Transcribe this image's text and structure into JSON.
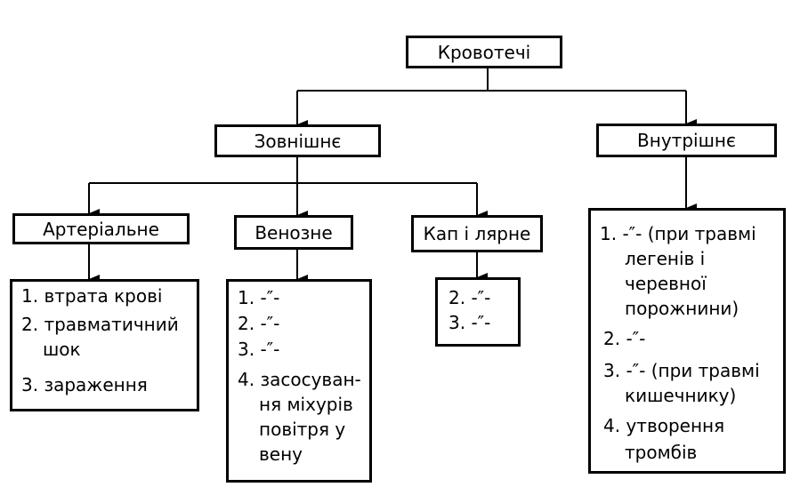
{
  "root": {
    "label": "Кровотечі"
  },
  "external": {
    "label": "Зовнішнє"
  },
  "internal": {
    "label": "Внутрішнє",
    "items": [
      {
        "num": "1.",
        "lines": [
          "-″- (при травмі",
          "легенів і",
          "черевної",
          "порожнини)"
        ]
      },
      {
        "num": "2.",
        "lines": [
          "-″-"
        ]
      },
      {
        "num": "3.",
        "lines": [
          "-″- (при травмі",
          "кишечнику)"
        ]
      },
      {
        "num": "4.",
        "lines": [
          "утворення",
          "тромбів"
        ]
      }
    ]
  },
  "arterial": {
    "label": "Артеріальне",
    "items": [
      {
        "num": "1.",
        "lines": [
          "втрата крові"
        ]
      },
      {
        "num": "2.",
        "lines": [
          "травматичний",
          "шок"
        ]
      },
      {
        "num": "3.",
        "lines": [
          "зараження"
        ]
      }
    ]
  },
  "venous": {
    "label": "Венозне",
    "items": [
      {
        "num": "1.",
        "lines": [
          "-″-"
        ]
      },
      {
        "num": "2.",
        "lines": [
          "-″-"
        ]
      },
      {
        "num": "3.",
        "lines": [
          "-″-"
        ]
      },
      {
        "num": "4.",
        "lines": [
          "засосуван-",
          "ня міхурів",
          "повітря у",
          "вену"
        ]
      }
    ]
  },
  "capillary": {
    "label": "Кап і лярне",
    "items": [
      {
        "num": "2.",
        "lines": [
          "-″-"
        ]
      },
      {
        "num": "3.",
        "lines": [
          "-″-"
        ]
      }
    ]
  }
}
